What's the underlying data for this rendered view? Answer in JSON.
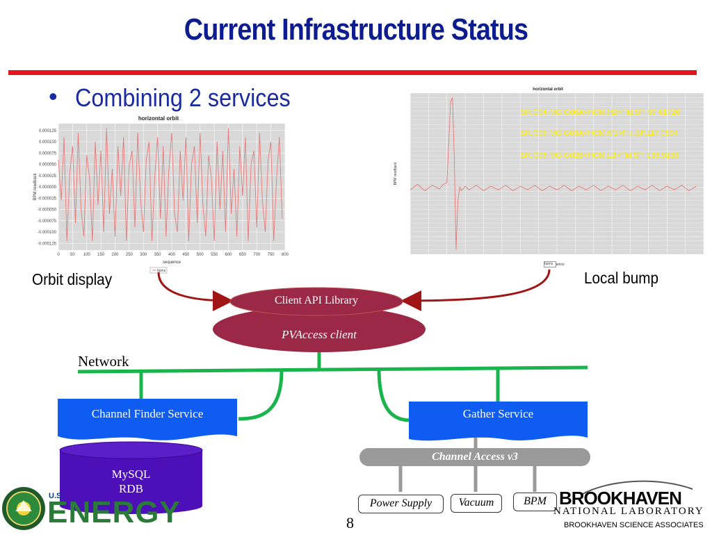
{
  "slide": {
    "title": "Current Infrastructure Status",
    "bullet": "Combining 2 services",
    "page_number": "8",
    "footer_right": "BROOKHAVEN SCIENCE ASSOCIATES"
  },
  "captions": {
    "orbit_display": "Orbit display",
    "local_bump": "Local bump"
  },
  "charts": {
    "left": {
      "title": "horizontal orbit",
      "xlabel": "sequence",
      "ylabel": "BPM readback",
      "legend": "bpms"
    },
    "right": {
      "title": "horizontal orbit",
      "xlabel": "sequence",
      "ylabel": "BPM readback",
      "legend": "bpms",
      "annotations": [
        "SR:C04-MG:G06A<HCM:H2>Fld:SP, 97.61726",
        "SR:C05-MG:G03A<HCM:M1>Fld:SP,117.0594",
        "SR:C06-MG:G02B<HCM:L2>Fld:SP, 138.9133"
      ]
    }
  },
  "chart_data": [
    {
      "type": "line",
      "title": "horizontal orbit",
      "xlabel": "sequence",
      "ylabel": "BPM readback",
      "xlim": [
        0,
        800
      ],
      "ylim": [
        -0.00014,
        0.00014
      ],
      "x_ticks": [
        "0",
        "50",
        "100",
        "150",
        "200",
        "250",
        "300",
        "350",
        "400",
        "450",
        "500",
        "550",
        "600",
        "650",
        "700",
        "750",
        "800"
      ],
      "y_ticks": [
        "0.000125",
        "0.000100",
        "0.000075",
        "0.000050",
        "0.000025",
        "0.000000",
        "-0.000025",
        "-0.000050",
        "-0.000075",
        "-0.000100",
        "-0.000125"
      ],
      "series": [
        {
          "name": "bpms",
          "color": "#e87878",
          "x": [
            0,
            10,
            20,
            30,
            40,
            50,
            60,
            70,
            80,
            90,
            100,
            110,
            120,
            130,
            140,
            150,
            160,
            170,
            180,
            190,
            200,
            210,
            220,
            230,
            240,
            250,
            260,
            270,
            280,
            290,
            300,
            310,
            320,
            330,
            340,
            350,
            360,
            370,
            380,
            390,
            400,
            410,
            420,
            430,
            440,
            450,
            460,
            470,
            480,
            490,
            500,
            510,
            520,
            530,
            540,
            550,
            560,
            570,
            580,
            590,
            600,
            610,
            620,
            630,
            640,
            650,
            660,
            670,
            680,
            690,
            700,
            710,
            720,
            730,
            740,
            750,
            760,
            770,
            780,
            790
          ],
          "y": [
            6e-05,
            -3e-05,
            0.00011,
            -0.00012,
            3e-05,
            9e-05,
            -8e-05,
            0.00012,
            -5e-05,
            -0.00011,
            7e-05,
            2e-05,
            -0.00012,
            0.0001,
            -4e-05,
            8e-05,
            -0.0001,
            0.00013,
            -6e-05,
            4e-05,
            -0.00011,
            9e-05,
            -2e-05,
            0.00011,
            -0.00012,
            5e-05,
            8e-05,
            -9e-05,
            0.00012,
            -3e-05,
            -0.0001,
            6e-05,
            0.0001,
            -0.00012,
            2e-05,
            0.00011,
            -7e-05,
            9e-05,
            -0.00011,
            4e-05,
            0.00012,
            -6e-05,
            -0.0001,
            8e-05,
            -3e-05,
            0.00011,
            -0.00012,
            5e-05,
            9e-05,
            -8e-05,
            0.00012,
            -4e-05,
            -0.00011,
            7e-05,
            2e-05,
            -0.00012,
            0.0001,
            -5e-05,
            8e-05,
            -0.0001,
            0.00013,
            -6e-05,
            4e-05,
            -0.00011,
            9e-05,
            -2e-05,
            0.00011,
            -0.00012,
            5e-05,
            8e-05,
            -9e-05,
            0.00012,
            -3e-05,
            -0.0001,
            6e-05,
            0.0001,
            -0.00012,
            2e-05,
            0.00011,
            -7e-05
          ]
        }
      ]
    },
    {
      "type": "line",
      "title": "horizontal orbit",
      "xlabel": "sequence",
      "ylabel": "BPM readback",
      "xlim": [
        0,
        800
      ],
      "ylim": [
        -0.0009,
        0.0009
      ],
      "series": [
        {
          "name": "bpms",
          "color": "#e87878",
          "x": [
            0,
            20,
            40,
            60,
            80,
            90,
            100,
            110,
            115,
            120,
            125,
            130,
            135,
            140,
            150,
            160,
            180,
            200,
            220,
            240,
            260,
            280,
            300,
            320,
            340,
            360,
            380,
            400,
            420,
            440,
            460,
            480,
            500,
            520,
            540,
            560,
            580,
            600,
            620,
            640,
            660,
            680,
            700,
            720,
            740,
            760,
            780
          ],
          "y": [
            -0.00018,
            -0.00012,
            -0.00019,
            -0.00013,
            -0.00017,
            -0.00012,
            -0.0001,
            0.0008,
            0.00085,
            0.0002,
            -0.00085,
            -0.0003,
            -0.00015,
            -0.00019,
            -0.00014,
            -0.00018,
            -0.00013,
            -0.00019,
            -0.00014,
            -0.00018,
            -0.00013,
            -0.00019,
            -0.00014,
            -0.00018,
            -0.00013,
            -0.00019,
            -0.00014,
            -0.00018,
            -0.00013,
            -0.00019,
            -0.00014,
            -0.00018,
            -0.00013,
            -0.00019,
            -0.00014,
            -0.00018,
            -0.00013,
            -0.00019,
            -0.00014,
            -0.00018,
            -0.00013,
            -0.00019,
            -0.00014,
            -0.00018,
            -0.00013,
            -0.00019,
            -0.00014
          ]
        }
      ]
    }
  ],
  "diagram": {
    "client_api": "Client API Library",
    "pvaccess_client": "PVAccess client",
    "network": "Network",
    "channel_finder": "Channel Finder Service",
    "gather": "Gather Service",
    "channel_access": "Channel Access v3",
    "mysql_line1": "MySQL",
    "mysql_line2": "RDB",
    "devices": [
      "Power Supply",
      "Vacuum",
      "BPM"
    ]
  },
  "logos": {
    "doe_text": "ENERGY",
    "doe_prefix": "U.S.",
    "bnl_main": "BROOKHAVEN",
    "bnl_sub": "NATIONAL LABORATORY"
  },
  "colors": {
    "title": "#0d1d8f",
    "accent_red": "#e3161b",
    "maroon": "#9a2846",
    "network_green": "#19b44b",
    "service_blue": "#0e5cf2",
    "mysql_purple": "#4d10b8",
    "ca_gray": "#9a9a9a"
  }
}
